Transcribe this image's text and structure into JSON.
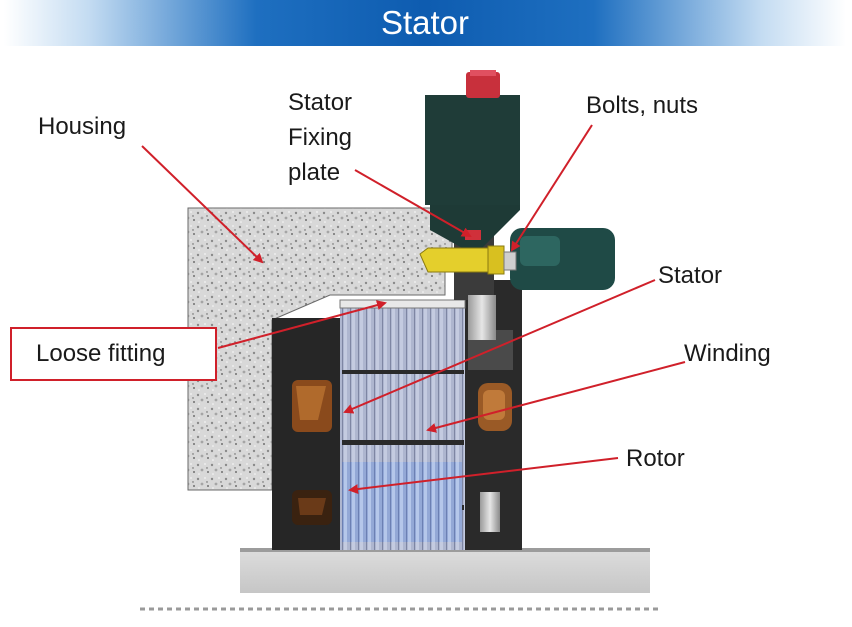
{
  "header": {
    "title": "Stator"
  },
  "labels": {
    "housing": "Housing",
    "stator_plate_line1": "Stator",
    "stator_plate_line2": "Fixing",
    "stator_plate_line3": "plate",
    "bolts": "Bolts, nuts",
    "stator": "Stator",
    "winding": "Winding",
    "rotor": "Rotor",
    "loose_fitting": "Loose fitting"
  },
  "colors": {
    "header_blue": "#0e5cb0",
    "arrow_red": "#d0202a",
    "callout_border": "#d0202a"
  }
}
